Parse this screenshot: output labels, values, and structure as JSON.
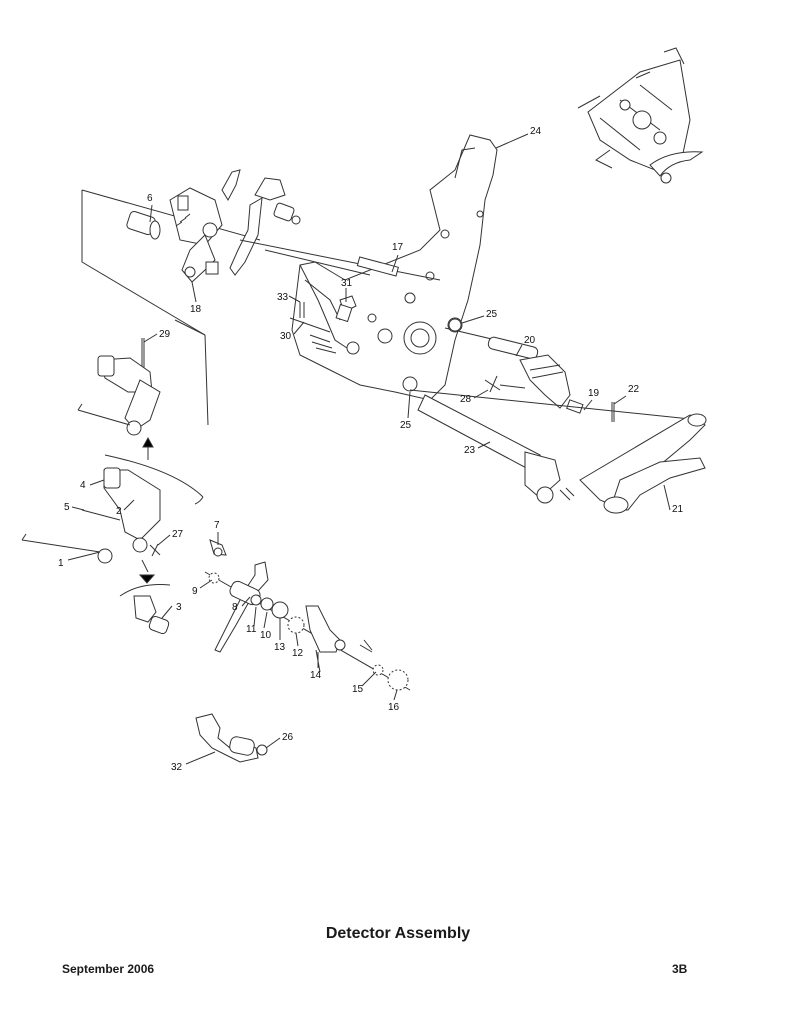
{
  "title": "Detector Assembly",
  "footer": {
    "date": "September 2006",
    "page": "3B"
  },
  "callouts": [
    "1",
    "2",
    "3",
    "4",
    "5",
    "6",
    "7",
    "8",
    "9",
    "10",
    "11",
    "12",
    "13",
    "14",
    "15",
    "16",
    "17",
    "18",
    "19",
    "20",
    "21",
    "22",
    "23",
    "24",
    "25",
    "25",
    "26",
    "27",
    "28",
    "29",
    "30",
    "31",
    "32",
    "33"
  ]
}
